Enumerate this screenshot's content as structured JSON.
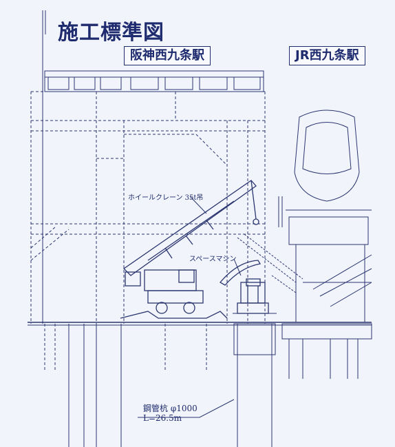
{
  "title": "施工標準図",
  "stations": {
    "hanshin": "阪神西九条駅",
    "jr": "JR西九条駅"
  },
  "annotations": {
    "crane": "ホイールクレーン 35t吊",
    "space_machine": "スペースマシン",
    "pile_name": "鋼管杭 φ1000",
    "pile_length": "L=26.5m"
  },
  "colors": {
    "ink": "#1e2b6e",
    "background": "#f1f4fb"
  }
}
